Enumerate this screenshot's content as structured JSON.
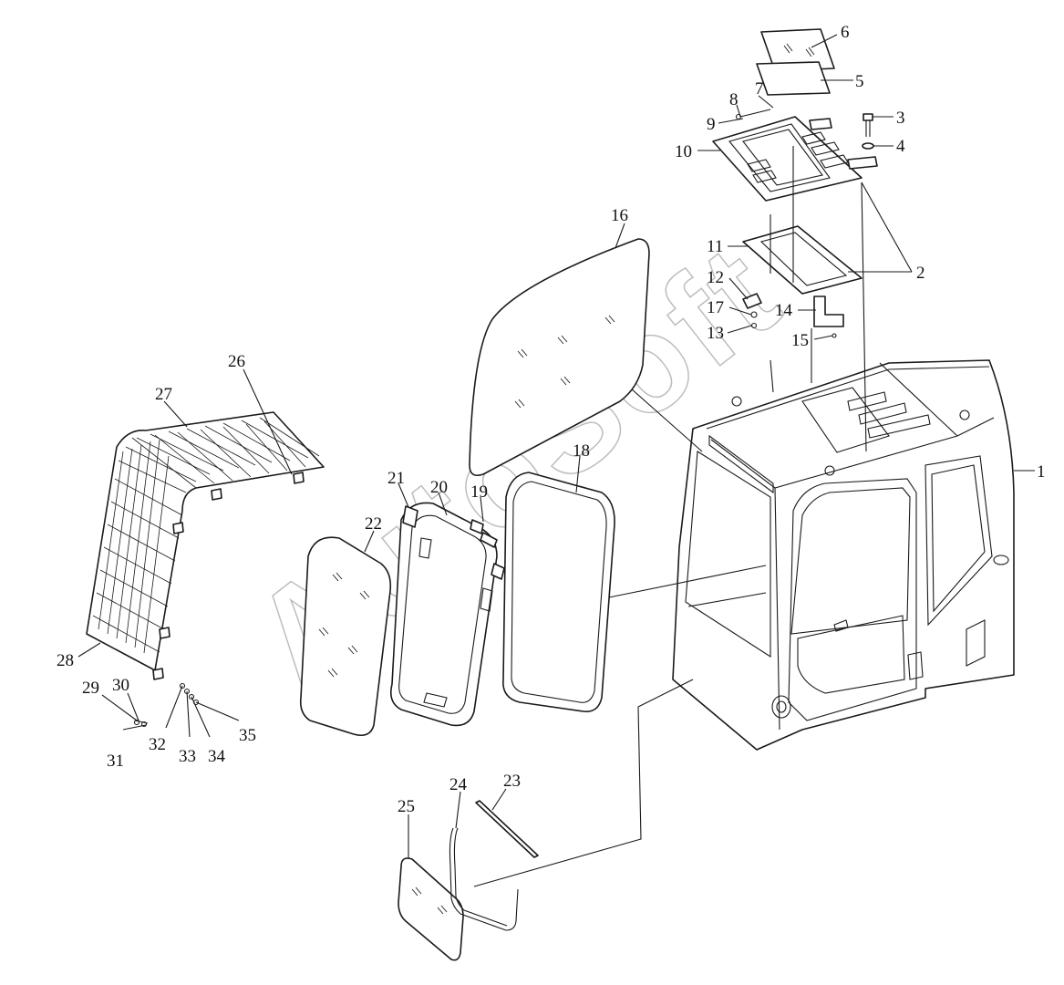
{
  "watermark": {
    "text": "AutoSoft",
    "color": "#bdbdbd"
  },
  "colors": {
    "line": "#1a1a1a",
    "background": "#ffffff"
  },
  "callouts": [
    "1",
    "2",
    "3",
    "4",
    "5",
    "6",
    "7",
    "8",
    "9",
    "10",
    "11",
    "12",
    "13",
    "14",
    "15",
    "16",
    "17",
    "18",
    "19",
    "20",
    "21",
    "22",
    "23",
    "24",
    "25",
    "26",
    "27",
    "28",
    "29",
    "30",
    "31",
    "32",
    "33",
    "34",
    "35"
  ]
}
